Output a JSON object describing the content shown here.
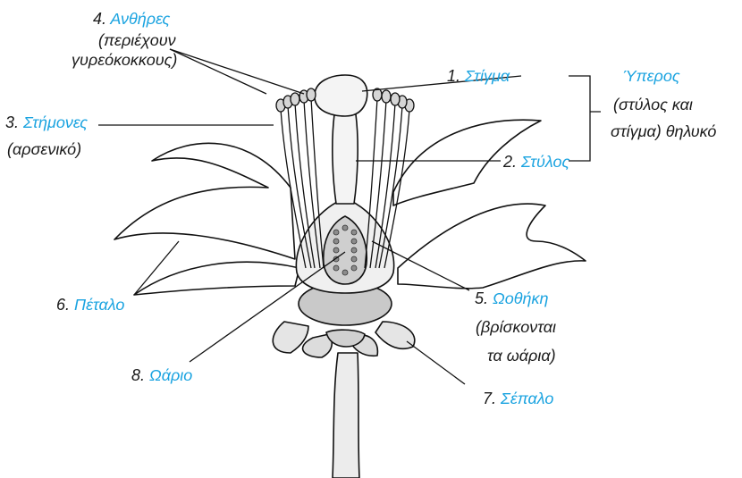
{
  "labels": {
    "anthers": {
      "num": "4.",
      "term": "Ανθήρες",
      "note1": "(περιέχουν",
      "note2": "γυρεόκοκκους)"
    },
    "stigma": {
      "num": "1.",
      "term": "Στίγμα"
    },
    "pistil": {
      "term": "Ύπερος",
      "note1": "(στύλος και",
      "note2": "στίγμα) θηλυκό"
    },
    "stamens": {
      "num": "3.",
      "term": "Στήμονες",
      "note1": "(αρσενικό)"
    },
    "style": {
      "num": "2.",
      "term": "Στύλος"
    },
    "petal": {
      "num": "6.",
      "term": "Πέταλο"
    },
    "ovary": {
      "num": "5.",
      "term": "Ωοθήκη",
      "note1": "(βρίσκονται",
      "note2": "τα ωάρια)"
    },
    "ovule": {
      "num": "8.",
      "term": "Ωάριο"
    },
    "sepal": {
      "num": "7.",
      "term": "Σέπαλο"
    }
  },
  "colors": {
    "term": "#1aa3e0",
    "text": "#1a1a1a",
    "line": "#111111"
  }
}
